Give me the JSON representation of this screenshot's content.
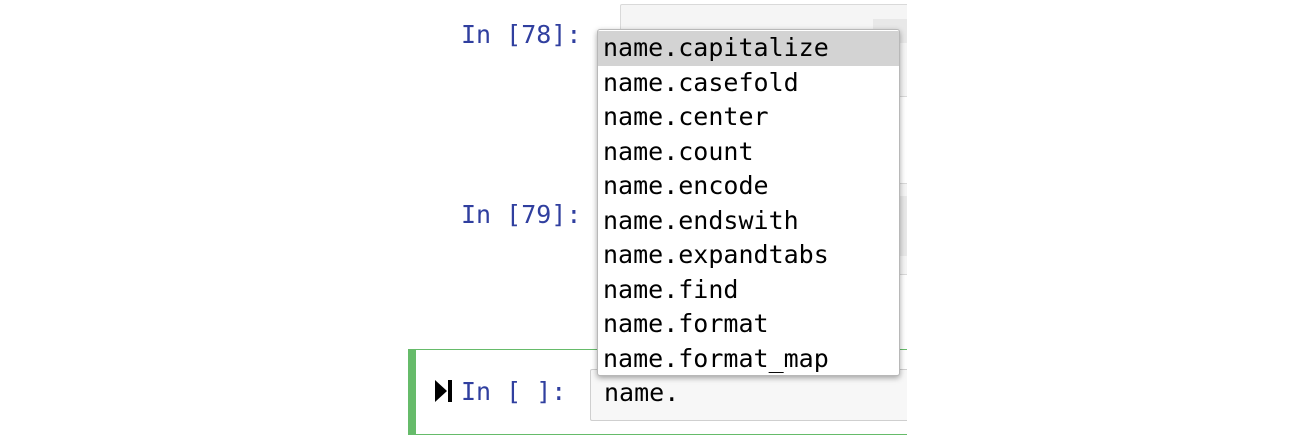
{
  "cells": [
    {
      "prompt": "In [78]:"
    },
    {
      "prompt": "In [79]:"
    },
    {
      "prompt": "In [ ]:",
      "code": "name."
    }
  ],
  "completer": {
    "items": [
      "name.capitalize",
      "name.casefold",
      "name.center",
      "name.count",
      "name.encode",
      "name.endswith",
      "name.expandtabs",
      "name.find",
      "name.format",
      "name.format_map"
    ],
    "selected_index": 0
  },
  "colors": {
    "prompt": "#303f9f",
    "selected_cell_border": "#66bb6a",
    "completer_selected": "#d3d3d3"
  },
  "icons": {
    "run": "run-cell-icon"
  }
}
